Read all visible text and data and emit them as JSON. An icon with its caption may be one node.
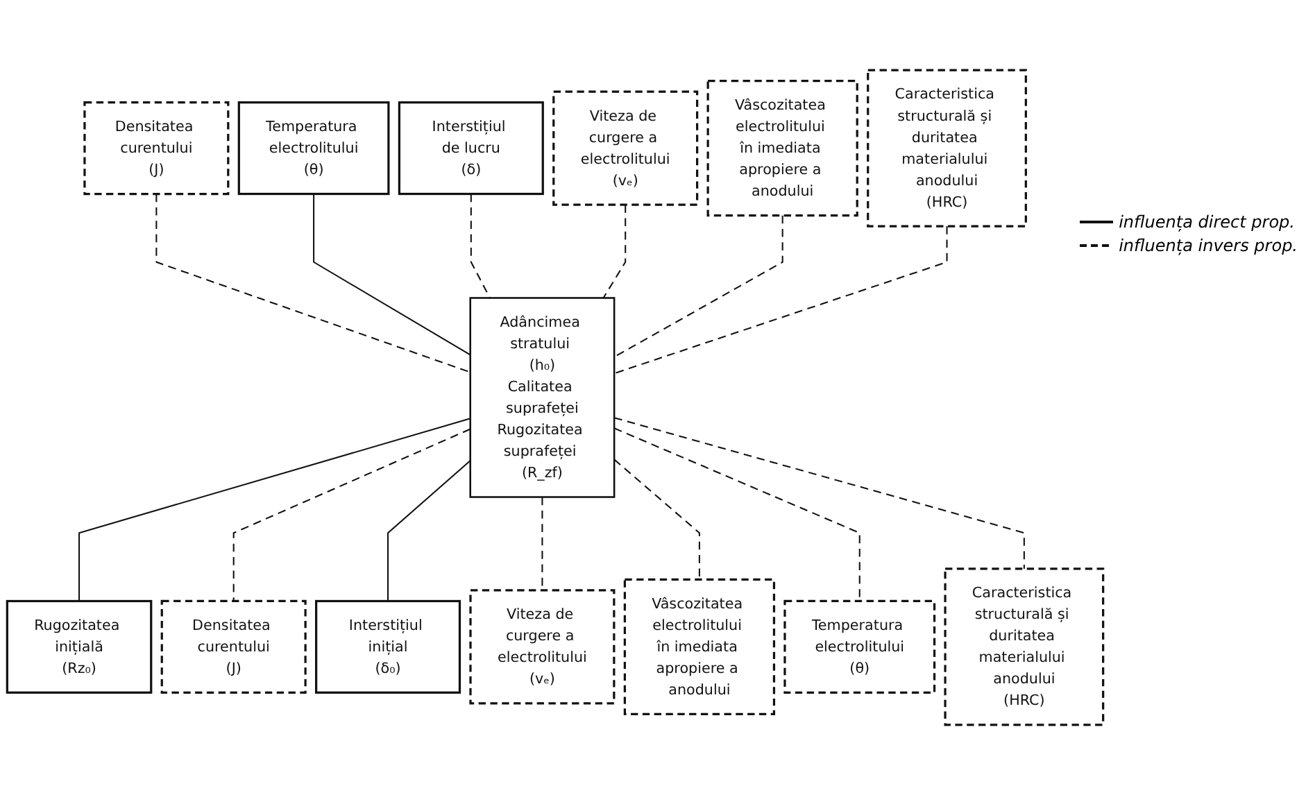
{
  "diagram": {
    "nodes": [
      {
        "text": [
          "Densitatea curentului",
          "(J)"
        ]
      },
      {
        "text": [
          "Temperatura electrolitului",
          "(θ)"
        ]
      },
      {
        "text": [
          "Interstițiul de lucru",
          "(δ)"
        ]
      },
      {
        "text": [
          "Viteza de curgere a electrolitului",
          "(vₑ)"
        ]
      },
      {
        "text": [
          "Vâscozitatea electrolitului în imediata apropiere a anodului"
        ]
      },
      {
        "text": [
          "Caracteristica structurală și duritatea materialului anodului",
          "(HRC)"
        ]
      },
      {
        "text": [
          "Adâncimea stratului (h₀)",
          "Calitatea suprafeței",
          "Rugozitatea suprafeței (R_zf)"
        ]
      },
      {
        "text": [
          "Rugozitatea inițială",
          "(Rz₀)"
        ]
      },
      {
        "text": [
          "Densitatea curentului",
          "(J)"
        ]
      },
      {
        "text": [
          "Interstițiul inițial",
          "(δ₀)"
        ]
      },
      {
        "text": [
          "Viteza de curgere a electrolitului",
          "(vₑ)"
        ]
      },
      {
        "text": [
          "Vâscozitatea electrolitului în imediata apropiere a anodului"
        ]
      },
      {
        "text": [
          "Temperatura electrolitului",
          "(θ)"
        ]
      },
      {
        "text": [
          "Caracteristica structurală și duritatea materialului anodului",
          "(HRC)"
        ]
      }
    ],
    "edges": [
      {
        "from": 0,
        "to": 6,
        "arrow": "none",
        "style": "dashed"
      },
      {
        "from": 1,
        "to": 6,
        "arrow": "none"
      },
      {
        "from": 2,
        "to": 6,
        "arrow": "none",
        "style": "dashed"
      },
      {
        "from": 3,
        "to": 6,
        "arrow": "none",
        "style": "dashed"
      },
      {
        "from": 4,
        "to": 6,
        "arrow": "none",
        "style": "dashed"
      },
      {
        "from": 5,
        "to": 6,
        "arrow": "none",
        "style": "dashed"
      },
      {
        "from": 6,
        "to": 7,
        "arrow": "none"
      },
      {
        "from": 6,
        "to": 8,
        "arrow": "none",
        "style": "dashed"
      },
      {
        "from": 6,
        "to": 9,
        "arrow": "none"
      },
      {
        "from": 6,
        "to": 10,
        "arrow": "none",
        "style": "dashed"
      },
      {
        "from": 6,
        "to": 11,
        "arrow": "none",
        "style": "dashed"
      },
      {
        "from": 6,
        "to": 12,
        "arrow": "none",
        "style": "dashed"
      },
      {
        "from": 6,
        "to": 13,
        "arrow": "none",
        "style": "dashed"
      }
    ],
    "legend": [
      {
        "text": "influența direct prop."
      },
      {
        "text": "influența invers prop."
      }
    ]
  }
}
